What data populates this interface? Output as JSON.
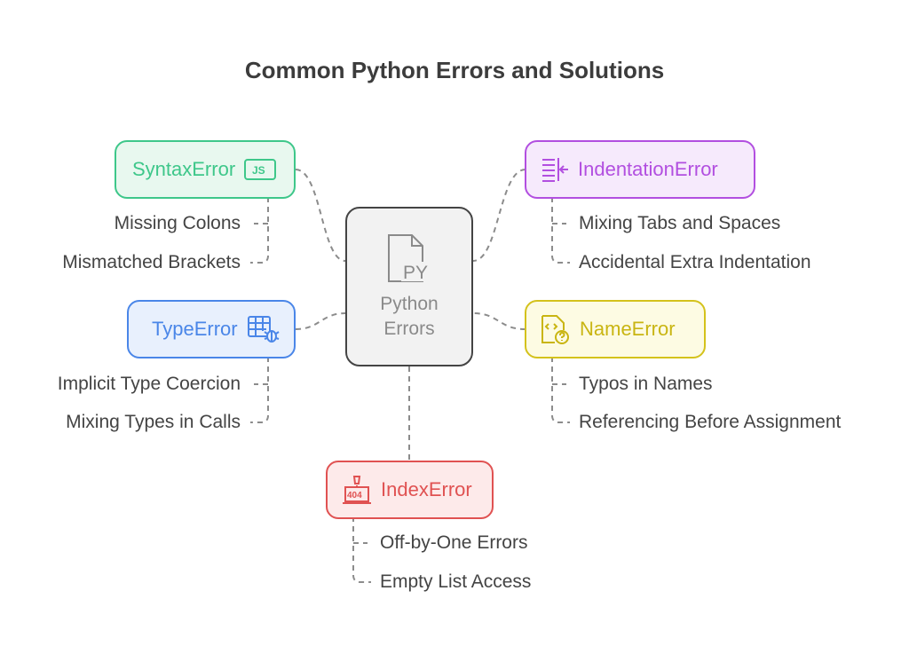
{
  "title": "Common Python Errors and Solutions",
  "center": {
    "label": "Python Errors",
    "icon": "python-file-icon",
    "icon_text": "PY"
  },
  "nodes": [
    {
      "label": "SyntaxError",
      "icon": "js-badge-icon",
      "icon_text": "JS",
      "color": "#3ec78a",
      "fill": "#e8f8ef",
      "items": [
        "Missing Colons",
        "Mismatched Brackets"
      ]
    },
    {
      "label": "IndentationError",
      "icon": "indent-icon",
      "color": "#b24fe0",
      "fill": "#f6eafc",
      "items": [
        "Mixing Tabs and Spaces",
        "Accidental Extra Indentation"
      ]
    },
    {
      "label": "TypeError",
      "icon": "table-bug-icon",
      "color": "#4a86e8",
      "fill": "#e8f0fd",
      "items": [
        "Implicit Type Coercion",
        "Mixing Types in Calls"
      ]
    },
    {
      "label": "NameError",
      "icon": "code-question-icon",
      "color": "#d4c21c",
      "fill": "#fdfbe3",
      "items": [
        "Typos in Names",
        "Referencing Before Assignment"
      ]
    },
    {
      "label": "IndexError",
      "icon": "warning-404-icon",
      "icon_text": "404",
      "color": "#e05252",
      "fill": "#fdeaea",
      "items": [
        "Off-by-One Errors",
        "Empty List Access"
      ]
    }
  ]
}
